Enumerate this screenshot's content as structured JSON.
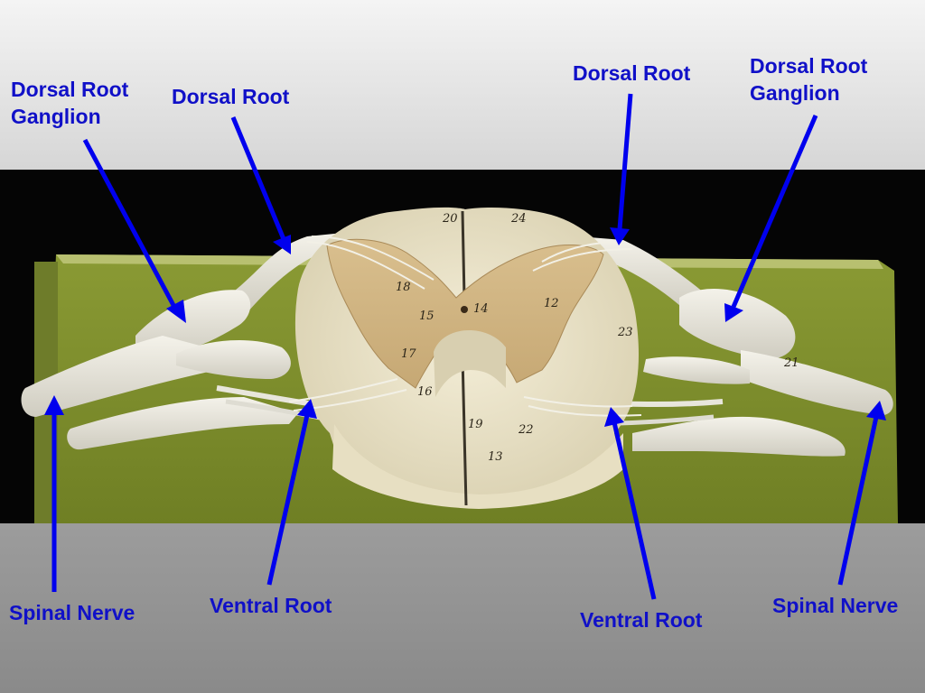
{
  "colors": {
    "label": "#1010c8",
    "arrow": "#0000ee",
    "board": "#7f8f2c",
    "model": "#ece4c8",
    "gray_matter": "#cdb486"
  },
  "labels": {
    "drg_left": {
      "line1": "Dorsal Root",
      "line2": "Ganglion"
    },
    "dr_left": "Dorsal Root",
    "dr_right": "Dorsal Root",
    "drg_right": {
      "line1": "Dorsal Root",
      "line2": "Ganglion"
    },
    "sn_left": "Spinal Nerve",
    "vr_left": "Ventral Root",
    "vr_right": "Ventral Root",
    "sn_right": "Spinal Nerve"
  },
  "model_numbers": {
    "n20": "20",
    "n24": "24",
    "n18": "18",
    "n12": "12",
    "n15": "15",
    "n14": "14",
    "n23": "23",
    "n17": "17",
    "n16": "16",
    "n21": "21",
    "n19": "19",
    "n22": "22",
    "n13": "13"
  }
}
